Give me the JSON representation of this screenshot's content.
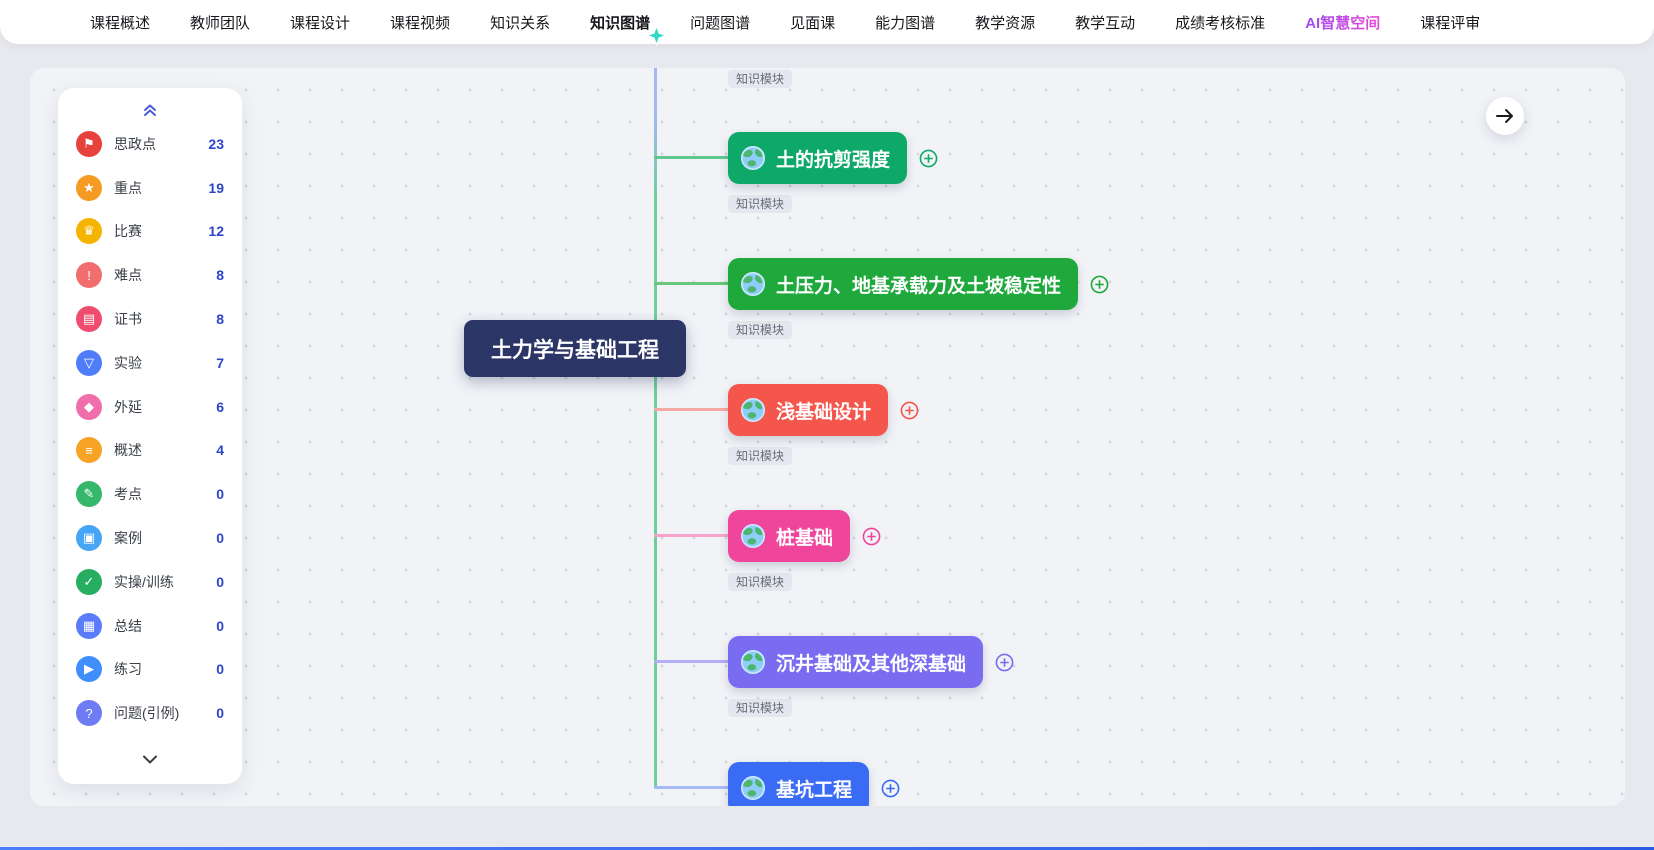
{
  "nav": {
    "items": [
      {
        "label": "课程概述"
      },
      {
        "label": "教师团队"
      },
      {
        "label": "课程设计"
      },
      {
        "label": "课程视频"
      },
      {
        "label": "知识关系"
      },
      {
        "label": "知识图谱",
        "active": true
      },
      {
        "label": "问题图谱"
      },
      {
        "label": "见面课"
      },
      {
        "label": "能力图谱"
      },
      {
        "label": "教学资源"
      },
      {
        "label": "教学互动"
      },
      {
        "label": "成绩考核标准"
      },
      {
        "label": "AI智慧空间",
        "accent": true
      },
      {
        "label": "课程评审"
      }
    ],
    "active_item": "知识图谱",
    "accent_color": "#c24bf0",
    "active_cursor_icon": "teal-sparkle"
  },
  "legend": {
    "collapse_icon": "chevron-double-up",
    "expand_icon": "chevron-down",
    "count_color": "#2b44c8",
    "items": [
      {
        "label": "思政点",
        "count": "23",
        "color": "#e8413c",
        "glyph": "⚑",
        "icon": "ideology-points-icon"
      },
      {
        "label": "重点",
        "count": "19",
        "color": "#f59a23",
        "glyph": "★",
        "icon": "key-points-icon"
      },
      {
        "label": "比赛",
        "count": "12",
        "color": "#f5b400",
        "glyph": "♛",
        "icon": "competition-icon"
      },
      {
        "label": "难点",
        "count": "8",
        "color": "#f26d6d",
        "glyph": "!",
        "icon": "difficult-points-icon"
      },
      {
        "label": "证书",
        "count": "8",
        "color": "#ef4c6e",
        "glyph": "▤",
        "icon": "certificate-icon"
      },
      {
        "label": "实验",
        "count": "7",
        "color": "#4f7df9",
        "glyph": "▽",
        "icon": "experiment-icon"
      },
      {
        "label": "外延",
        "count": "6",
        "color": "#f06ea9",
        "glyph": "◆",
        "icon": "extension-icon"
      },
      {
        "label": "概述",
        "count": "4",
        "color": "#f7a325",
        "glyph": "≡",
        "icon": "overview-icon"
      },
      {
        "label": "考点",
        "count": "0",
        "color": "#35b86b",
        "glyph": "✎",
        "icon": "exam-points-icon"
      },
      {
        "label": "案例",
        "count": "0",
        "color": "#46a6f5",
        "glyph": "▣",
        "icon": "case-icon"
      },
      {
        "label": "实操/训练",
        "count": "0",
        "color": "#27ae60",
        "glyph": "✓",
        "icon": "practice-training-icon"
      },
      {
        "label": "总结",
        "count": "0",
        "color": "#5b7cfa",
        "glyph": "▦",
        "icon": "summary-icon"
      },
      {
        "label": "练习",
        "count": "0",
        "color": "#3f8efc",
        "glyph": "▶",
        "icon": "exercise-icon"
      },
      {
        "label": "问题(引例)",
        "count": "0",
        "color": "#6e7bf2",
        "glyph": "?",
        "icon": "question-example-icon"
      }
    ]
  },
  "graph": {
    "root_label": "土力学与基础工程",
    "root_color": "#2b3566",
    "module_tag": "知识模块",
    "trunk_top_color": "#a3b8f4",
    "trunk_color": "#6fcf9b",
    "node_icon": "globe-icon",
    "add_icon": "plus-circle-icon",
    "nodes": [
      {
        "label": "土的抗剪强度",
        "color": "#0ea968",
        "line_color": "#5fc98f"
      },
      {
        "label": "土压力、地基承载力及土坡稳定性",
        "color": "#1fa83c",
        "line_color": "#66c878"
      },
      {
        "label": "浅基础设计",
        "color": "#f5564c",
        "line_color": "#f8a9a3"
      },
      {
        "label": "桩基础",
        "color": "#ef459b",
        "line_color": "#f7a4cd"
      },
      {
        "label": "沉井基础及其他深基础",
        "color": "#7a6cf0",
        "line_color": "#b5acf8"
      },
      {
        "label": "基坑工程",
        "color": "#3a6bf5",
        "line_color": "#a5bbf8"
      }
    ]
  },
  "canvas": {
    "next_button_icon": "arrow-right",
    "bottom_bar_color": "#3a6bf5"
  }
}
